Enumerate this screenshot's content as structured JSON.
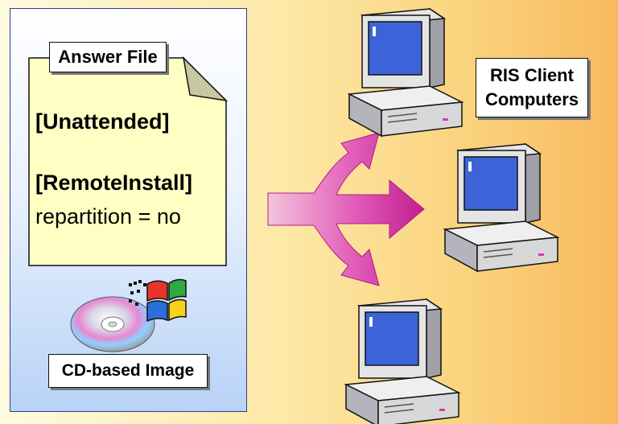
{
  "answer_file": {
    "label": "Answer File",
    "line1": "[Unattended]",
    "line2": "[RemoteInstall]",
    "line3": "repartition = no"
  },
  "cd_label": "CD-based Image",
  "ris_label": {
    "line1": "RIS Client",
    "line2": "Computers"
  },
  "colors": {
    "arrow": "#d83aa8",
    "note": "#ffffc4",
    "screen": "#3c64d8"
  },
  "icons": [
    "answer-file-note-icon",
    "cd-disc-icon",
    "windows-logo-icon",
    "split-arrow-icon",
    "computer-icon"
  ]
}
